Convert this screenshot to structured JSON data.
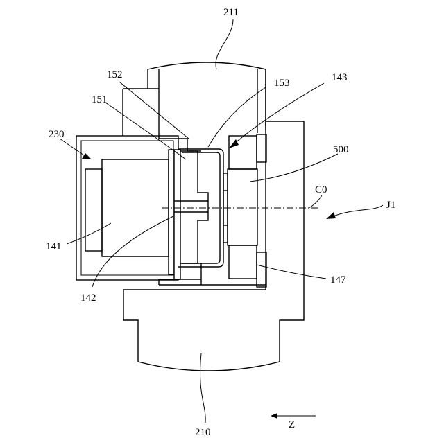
{
  "labels": {
    "l211": "211",
    "l152": "152",
    "l153": "153",
    "l143": "143",
    "l151": "151",
    "l230": "230",
    "l500": "500",
    "lC0": "C0",
    "lJ1": "J1",
    "l141": "141",
    "l142": "142",
    "l147": "147",
    "l210": "210",
    "lZ": "Z"
  }
}
